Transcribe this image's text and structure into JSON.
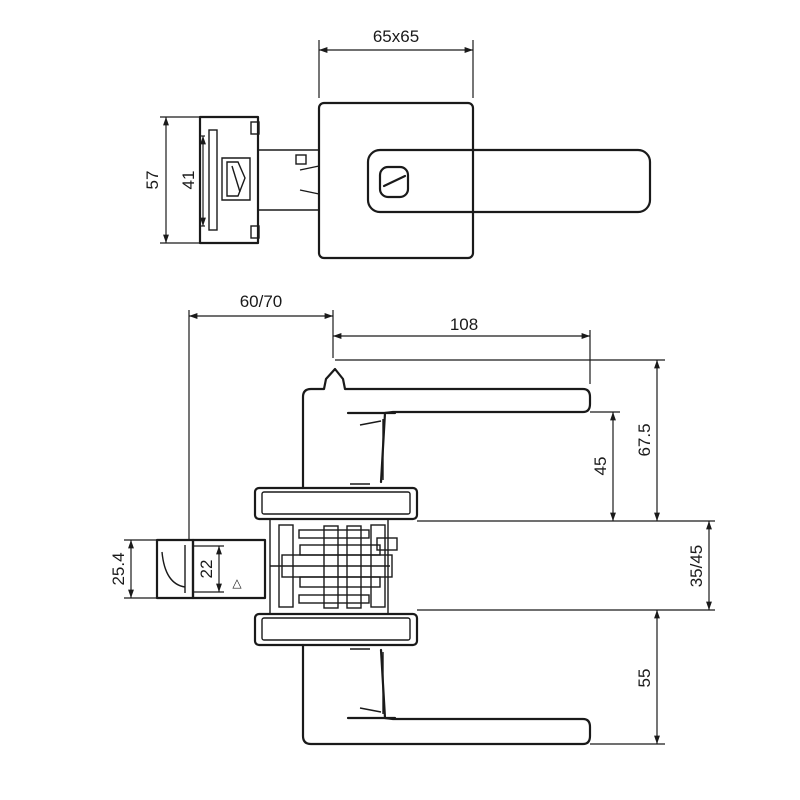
{
  "drawing": {
    "dimensions": {
      "rose_size": "65x65",
      "rose_height_outer": "57",
      "rose_height_inner": "41",
      "backset": "60/70",
      "lever_length": "108",
      "lever_height_upper": "67.5",
      "lever_to_rose": "45",
      "door_thickness": "35/45",
      "lever_drop_lower": "55",
      "faceplate_diameter": "25.4",
      "latch_bolt": "22"
    },
    "marker": "△"
  }
}
